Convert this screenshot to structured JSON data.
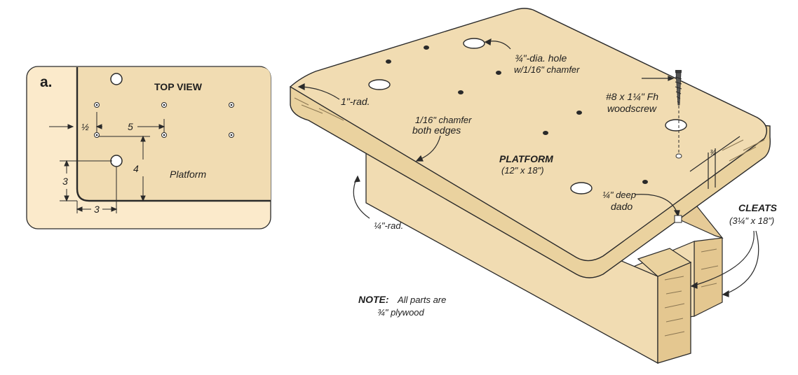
{
  "detail": {
    "letter": "a.",
    "title": "TOP VIEW",
    "part_label": "Platform",
    "dims": {
      "edge": "½",
      "spacing": "5",
      "depth": "4",
      "inset_y": "3",
      "inset_x": "3"
    }
  },
  "callouts": {
    "hole": [
      "¾\"-dia. hole",
      "w/1/16\" chamfer"
    ],
    "screw": [
      "#8 x 1¼\" Fh",
      "woodscrew"
    ],
    "corner_rad": "1\"-rad.",
    "chamfer": [
      "1/16\" chamfer",
      "both edges"
    ],
    "cleat_rad": "¼\"-rad.",
    "platform": [
      "PLATFORM",
      "(12\" x 18\")"
    ],
    "dado_depth": "¾",
    "dado": [
      "¼\" deep",
      "dado"
    ],
    "cleats": [
      "CLEATS",
      "(3¼\" x 18\")"
    ]
  },
  "note": {
    "label": "NOTE:",
    "text": "All parts are",
    "text2": "¾\" plywood"
  },
  "colors": {
    "wood": "#f1dcb2",
    "wood_dark": "#e6cb97",
    "edge": "#ead29f",
    "outline": "#2a2a2a",
    "detail_bg": "#fbeacb"
  }
}
